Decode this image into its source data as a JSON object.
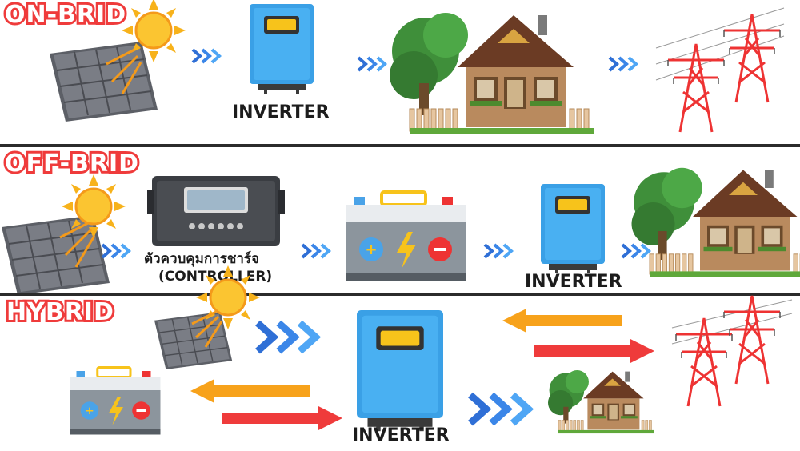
{
  "sections": {
    "on_grid": {
      "title": "ON-BRID",
      "inverter_label": "INVERTER"
    },
    "off_grid": {
      "title": "OFF-BRID",
      "controller_label": "ตัวควบคุมการชาร์จ",
      "controller_sublabel": "(CONTROLLER)",
      "inverter_label": "INVERTER"
    },
    "hybrid": {
      "title": "HYBRID",
      "inverter_label": "INVERTER"
    }
  },
  "colors": {
    "title_outline": "#ef3b3b",
    "inverter_blue": "#3aa0e6",
    "arrow_orange": "#f7a21b",
    "arrow_red": "#ef3b3b",
    "chevron_blue": "#2f6fd6"
  }
}
